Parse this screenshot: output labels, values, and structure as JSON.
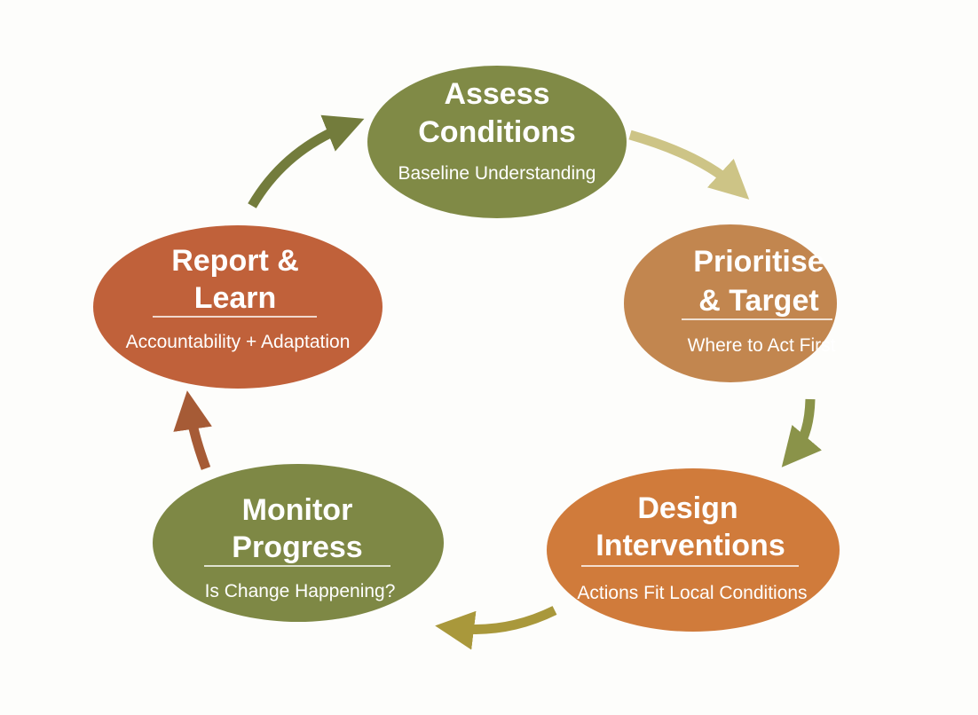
{
  "colors": {
    "assess": "#808a46",
    "prioritise": "#c2864f",
    "design": "#d07b3b",
    "monitor": "#7e8845",
    "report": "#c0613a",
    "arrow_assess_prioritise": "#cdc486",
    "arrow_prioritise_design": "#8a9349",
    "arrow_design_monitor": "#a9983b",
    "arrow_monitor_report": "#a65b36",
    "arrow_report_assess": "#737c3c"
  },
  "nodes": {
    "assess": {
      "title1": "Assess",
      "title2": "Conditions",
      "subtitle": "Baseline Understanding"
    },
    "prioritise": {
      "title1": "Prioritise",
      "title2": "& Target",
      "subtitle": "Where to Act First"
    },
    "design": {
      "title1": "Design",
      "title2": "Interventions",
      "subtitle": "Actions Fit Local Conditions"
    },
    "monitor": {
      "title1": "Monitor",
      "title2": "Progress",
      "subtitle": "Is Change Happening?"
    },
    "report": {
      "title1": "Report &",
      "title2": "Learn",
      "subtitle": "Accountability + Adaptation"
    }
  }
}
